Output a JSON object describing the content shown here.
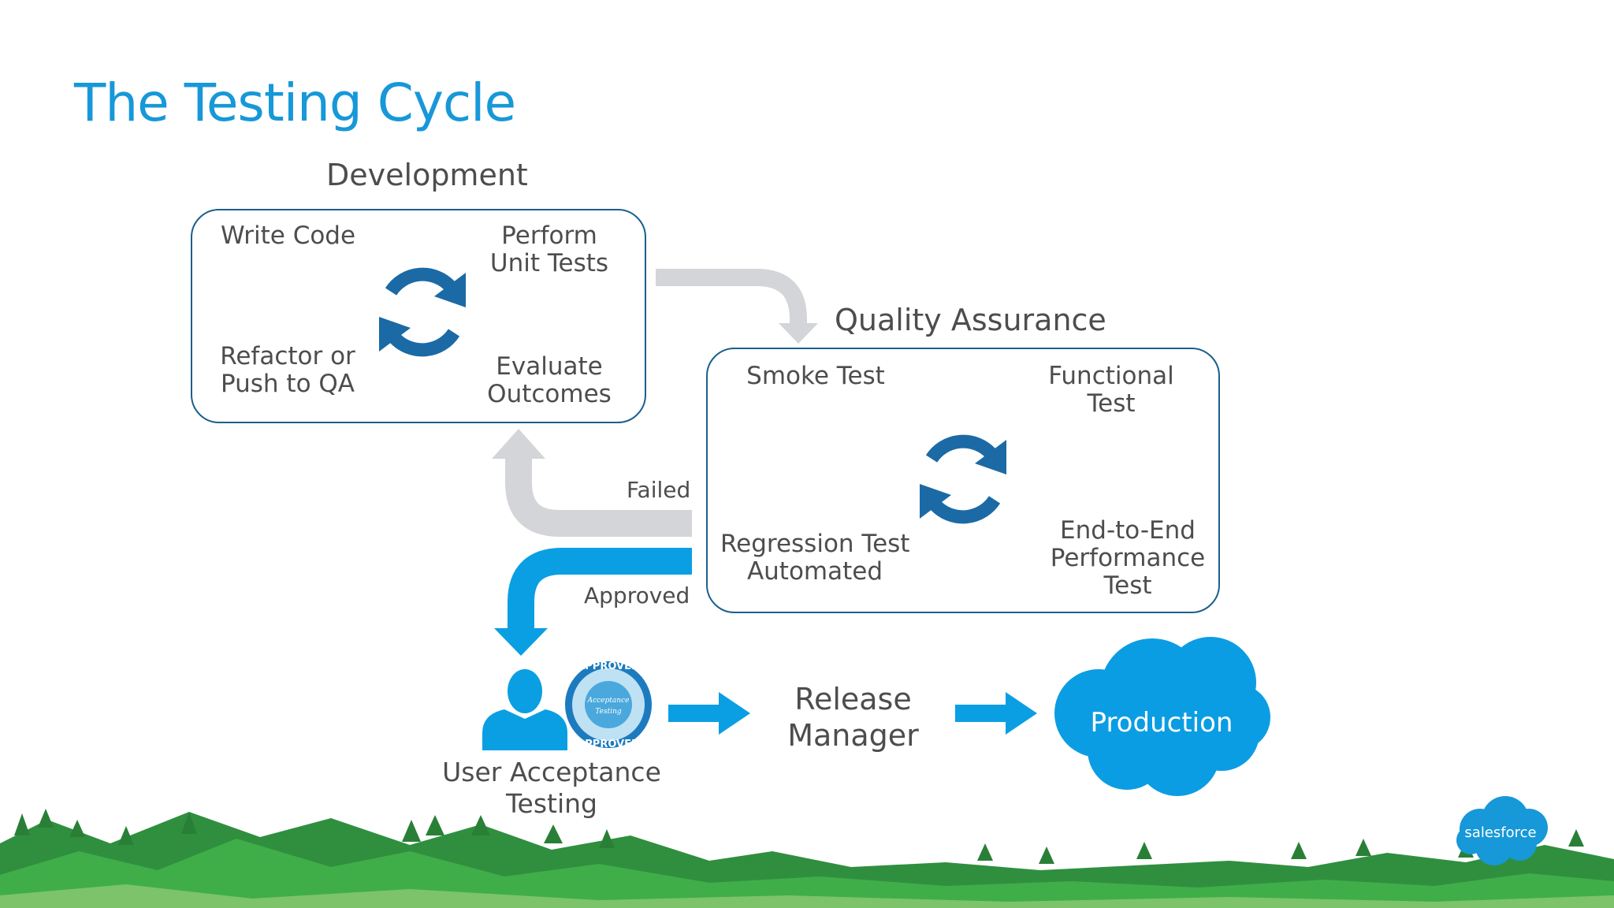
{
  "title": "The Testing Cycle",
  "development": {
    "heading": "Development",
    "write_code": "Write Code",
    "perform_unit_tests": [
      "Perform",
      "Unit Tests"
    ],
    "refactor": [
      "Refactor or",
      "Push to QA"
    ],
    "evaluate": [
      "Evaluate",
      "Outcomes"
    ]
  },
  "qa": {
    "heading": "Quality Assurance",
    "smoke_test": "Smoke Test",
    "functional_test": [
      "Functional",
      "Test"
    ],
    "regression_test": [
      "Regression Test",
      "Automated"
    ],
    "end_to_end": [
      "End-to-End",
      "Performance",
      "Test"
    ]
  },
  "arrows": {
    "failed": "Failed",
    "approved": "Approved"
  },
  "uat": {
    "label": [
      "User Acceptance",
      "Testing"
    ],
    "badge_top": "APPROVED",
    "badge_bottom": "APPROVED",
    "badge_center": [
      "Acceptance",
      "Testing"
    ]
  },
  "release_manager": [
    "Release",
    "Manager"
  ],
  "production": "Production",
  "brand": "salesforce",
  "colors": {
    "title_blue": "#1798d8",
    "cycle_blue": "#1b6aa5",
    "arrow_blue": "#0a9fe3",
    "arrow_gray": "#d3d5d8",
    "box_border": "#1b5f8c",
    "cloud_blue": "#0b9de3",
    "hill_green": "#3fae49",
    "tree_green": "#2f8f3f"
  }
}
